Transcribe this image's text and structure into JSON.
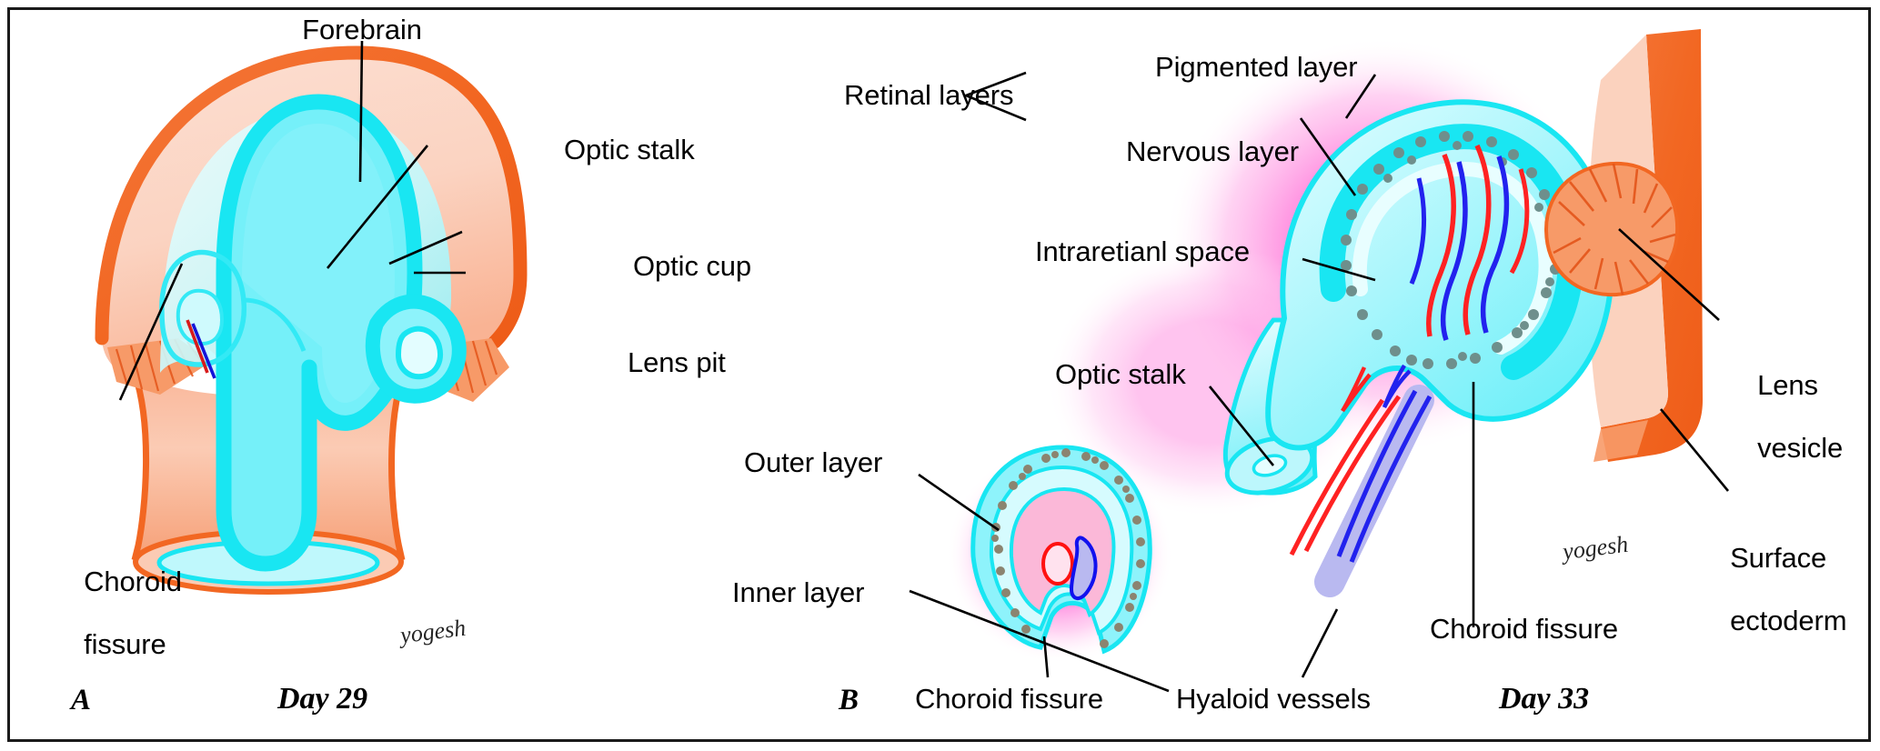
{
  "figure": {
    "title": "Development of the eye - optic cup and lens formation",
    "border_color": "#1a1a1a",
    "background": "#ffffff"
  },
  "palette": {
    "orange_stroke": "#F26722",
    "orange_fill": "#F79A68",
    "pink_pale": "#FBD8C8",
    "cyan_stroke": "#19E6F2",
    "cyan_fill": "#9BF4FB",
    "cyan_pale": "#D4FBFD",
    "magenta_glow": "#FF9CE3",
    "pink_fill": "#FBB8D8",
    "pigment_dot": "#8B8470",
    "artery_red": "#FF1111",
    "vein_blue": "#1111EE",
    "vessel_lilac": "#B9B9F0",
    "leader_line": "#000000"
  },
  "panels": [
    {
      "id": "A",
      "id_label": "A",
      "day_caption": "Day 29",
      "signature": "yogesh",
      "labels": [
        {
          "name": "forebrain",
          "text": "Forebrain"
        },
        {
          "name": "optic-stalk",
          "text": "Optic stalk"
        },
        {
          "name": "optic-cup",
          "text": "Optic cup"
        },
        {
          "name": "lens-pit",
          "text": "Lens pit"
        },
        {
          "name": "choroid-fissure",
          "text": "Choroid\nfissure"
        }
      ]
    },
    {
      "id": "B",
      "id_label": "B",
      "day_caption": "Day 33",
      "signature": "yogesh",
      "labels": [
        {
          "name": "retinal-layers",
          "text": "Retinal layers"
        },
        {
          "name": "pigmented-layer",
          "text": "Pigmented layer"
        },
        {
          "name": "nervous-layer",
          "text": "Nervous layer"
        },
        {
          "name": "intraretinal-space",
          "text": "Intraretianl space"
        },
        {
          "name": "optic-stalk",
          "text": "Optic stalk"
        },
        {
          "name": "lens-vesicle",
          "text": "Lens\nvesicle"
        },
        {
          "name": "surface-ectoderm",
          "text": "Surface\nectoderm"
        },
        {
          "name": "choroid-fissure",
          "text": "Choroid fissure"
        },
        {
          "name": "outer-layer",
          "text": "Outer layer"
        },
        {
          "name": "inner-layer",
          "text": "Inner layer"
        },
        {
          "name": "choroid-fissure-inset",
          "text": "Choroid fissure"
        },
        {
          "name": "hyaloid-vessels",
          "text": "Hyaloid vessels"
        }
      ]
    }
  ],
  "panel_a": {
    "label_forebrain": "Forebrain",
    "label_optic_stalk": "Optic stalk",
    "label_optic_cup": "Optic cup",
    "label_lens_pit": "Lens pit",
    "label_choroid_fissure_l1": "Choroid",
    "label_choroid_fissure_l2": "fissure",
    "panel_id": "A",
    "day": "Day 29",
    "signature": "yogesh"
  },
  "panel_b": {
    "label_retinal_layers": "Retinal layers",
    "label_pigmented_layer": "Pigmented layer",
    "label_nervous_layer": "Nervous layer",
    "label_intraretinal_space": "Intraretianl space",
    "label_optic_stalk": "Optic stalk",
    "label_lens_vesicle_l1": "Lens",
    "label_lens_vesicle_l2": "vesicle",
    "label_surface_ectoderm_l1": "Surface",
    "label_surface_ectoderm_l2": "ectoderm",
    "label_choroid_fissure": "Choroid fissure",
    "label_outer_layer": "Outer layer",
    "label_inner_layer": "Inner layer",
    "label_choroid_fissure_inset": "Choroid fissure",
    "label_hyaloid_vessels": "Hyaloid vessels",
    "panel_id": "B",
    "day": "Day 33",
    "signature": "yogesh"
  }
}
